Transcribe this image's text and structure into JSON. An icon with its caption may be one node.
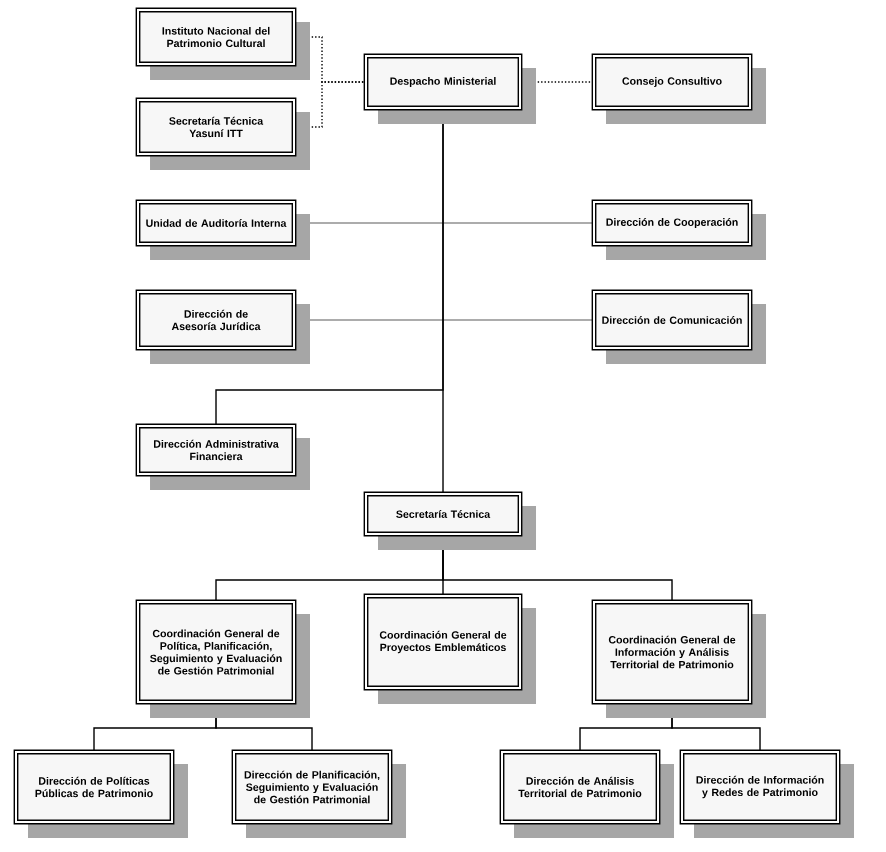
{
  "diagram": {
    "nodes": [
      {
        "text": [
          "Instituto Nacional del Patrimonio Cultural"
        ]
      },
      {
        "text": [
          "Despacho Ministerial"
        ]
      },
      {
        "text": [
          "Consejo Consultivo"
        ]
      },
      {
        "text": [
          "Secretaría Técnica Yasuní ITT"
        ]
      },
      {
        "text": [
          "Unidad de Auditoría Interna"
        ]
      },
      {
        "text": [
          "Dirección de Cooperación"
        ]
      },
      {
        "text": [
          "Dirección de Asesoría Jurídica"
        ]
      },
      {
        "text": [
          "Dirección de Comunicación"
        ]
      },
      {
        "text": [
          "Dirección Administrativa Financiera"
        ]
      },
      {
        "text": [
          "Secretaría Técnica"
        ]
      },
      {
        "text": [
          "Coordinación General de Política, Planificación, Seguimiento y Evaluación de Gestión Patrimonial"
        ]
      },
      {
        "text": [
          "Coordinación General de Proyectos Emblemáticos"
        ]
      },
      {
        "text": [
          "Coordinación General de Información y Análisis Territorial de Patrimonio"
        ]
      },
      {
        "text": [
          "Dirección de Políticas Públicas de Patrimonio"
        ]
      },
      {
        "text": [
          "Dirección de Planificación, Seguimiento y Evaluación de Gestión Patrimonial"
        ]
      },
      {
        "text": [
          "Dirección de Análisis Territorial de Patrimonio"
        ]
      },
      {
        "text": [
          "Dirección de Información y Redes de Patrimonio"
        ]
      }
    ],
    "edges": [
      {
        "from": 0,
        "to": 1,
        "arrow": "none",
        "style": "dashed"
      },
      {
        "from": 3,
        "to": 1,
        "arrow": "none",
        "style": "dashed"
      },
      {
        "from": 1,
        "to": 2,
        "arrow": "none",
        "style": "dashed"
      },
      {
        "from": 4,
        "to": 5,
        "arrow": "none",
        "color": "#909090"
      },
      {
        "from": 6,
        "to": 7,
        "arrow": "none",
        "color": "#909090"
      },
      {
        "from": 1,
        "to": 9,
        "arrow": "none"
      },
      {
        "from": 1,
        "to": 8,
        "arrow": "none"
      },
      {
        "from": 9,
        "to": 10,
        "arrow": "none"
      },
      {
        "from": 9,
        "to": 11,
        "arrow": "none"
      },
      {
        "from": 9,
        "to": 12,
        "arrow": "none"
      },
      {
        "from": 10,
        "to": 13,
        "arrow": "none"
      },
      {
        "from": 10,
        "to": 14,
        "arrow": "none"
      },
      {
        "from": 12,
        "to": 15,
        "arrow": "none"
      },
      {
        "from": 12,
        "to": 16,
        "arrow": "none"
      }
    ]
  }
}
